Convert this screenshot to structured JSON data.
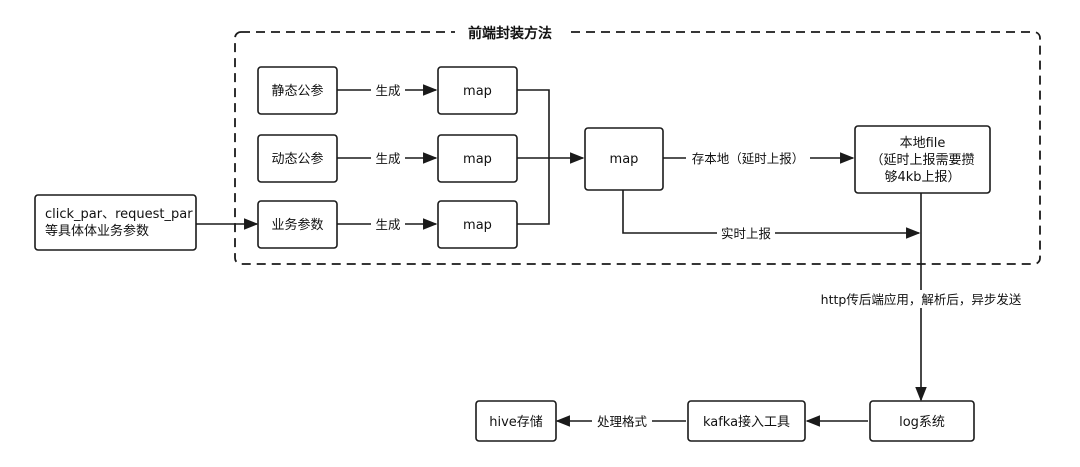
{
  "group": {
    "title": "前端封装方法"
  },
  "nodes": {
    "static_params": "静态公参",
    "dynamic_params": "动态公参",
    "business_params": "业务参数",
    "map1": "map",
    "map2": "map",
    "map3": "map",
    "map_merged": "map",
    "local_file": [
      "本地file",
      "（延时上报需要攒",
      "够4kb上报）"
    ],
    "source": [
      "click_par、request_par",
      "等具体体业务参数"
    ],
    "log_system": "log系统",
    "kafka": "kafka接入工具",
    "hive": "hive存储"
  },
  "edges": {
    "gen1": "生成",
    "gen2": "生成",
    "gen3": "生成",
    "store_local": "存本地（延时上报）",
    "realtime": "实时上报",
    "http": "http传后端应用，解析后，异步发送",
    "process": "处理格式"
  }
}
